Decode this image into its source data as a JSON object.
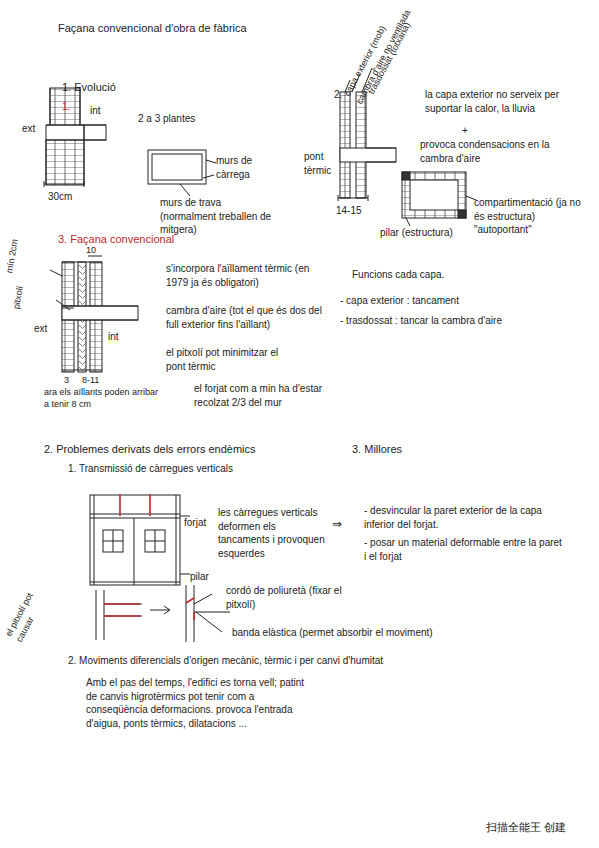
{
  "diagram": {
    "title": "Façana convencional d'obra de fàbrica",
    "labels": [
      "1. Evolució",
      "1.",
      "ext",
      "int",
      "30cm",
      "2 a 3 plantes",
      "murs de càrrega",
      "murs de trava (normalment treballen de mitgera)",
      "2.",
      "capa exterior (mob)",
      "cambra d'aire no ventilada",
      "trasdossat (totxana)",
      "la capa exterior no serveix per suportar la calor, la lluvia",
      "+",
      "provoca condensacions en la cambra d'aire",
      "pont tèrmic",
      "14-15",
      "compartimentació (ja no és estructura) \"autoportant\"",
      "pilar (estructura)",
      "3. Façana convencional",
      "mín 2cm",
      "pitxolí",
      "10",
      "ext",
      "int",
      "3",
      "8-11",
      "s'incorpora l'aïllament tèrmic (en 1979 ja és obligatori)",
      "cambra d'aire (tot el que és dos del full exterior fins l'aïllant)",
      "el pitxolí pot minimitzar el pont tèrmic",
      "ara els aïllants poden arribar a tenir 8 cm",
      "el forjat com a min ha d'estar recolzat 2/3 del mur",
      "Funcions cada capa.",
      "- capa exterior : tancament",
      "- trasdossat : tancar la cambra d'aire",
      "2. Problemes derivats dels errors endèmics",
      "3. Millores",
      "1. Transmissió de càrregues verticals",
      "forjat",
      "pilar",
      "les càrregues verticals deformen els tancaments i provoquen esquerdes",
      "⇒",
      "- desvincular la paret exterior de la capa inferior del forjat.",
      "- posar un material deformable entre la paret i el forjat",
      "el pitxolí pot causar",
      "cordó de poliuretà (fixar el pitxolí)",
      "banda elàstica (permet absorbir el moviment)",
      "2. Moviments diferencials d'origen mecànic, tèrmic i per canvi d'humitat",
      "Amb el pas del temps, l'edifici es torna vell; patint de canvis higrotèrmics pot tenir com a conseqüència deformacions. provoca l'entrada d'aigua, ponts tèrmics, dilatacions ...",
      "扫描全能王 创建"
    ]
  }
}
